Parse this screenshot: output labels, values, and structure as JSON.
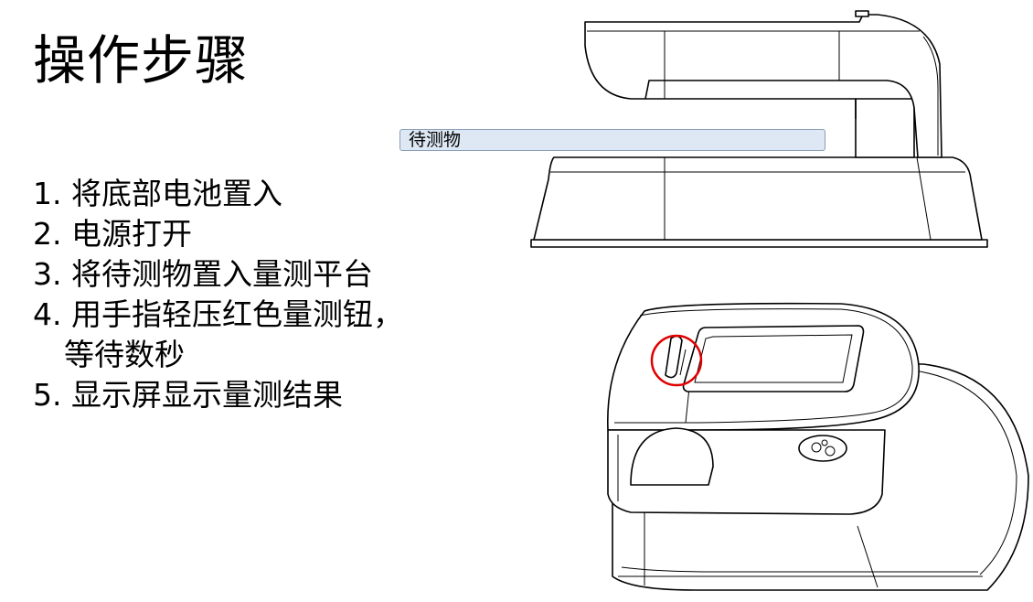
{
  "slide": {
    "title": "操作步骤",
    "callout_label": "待测物",
    "steps": [
      "1. 将底部电池置入",
      "2. 电源打开",
      "3. 将待测物置入量测平台",
      "4. 用手指轻压红色量测钮，",
      "等待数秒",
      "5. 显示屏显示量测结果"
    ]
  },
  "colors": {
    "highlight_circle": "#e00000",
    "callout_fill": "#dde8f4",
    "callout_border": "#8aa0b8"
  }
}
